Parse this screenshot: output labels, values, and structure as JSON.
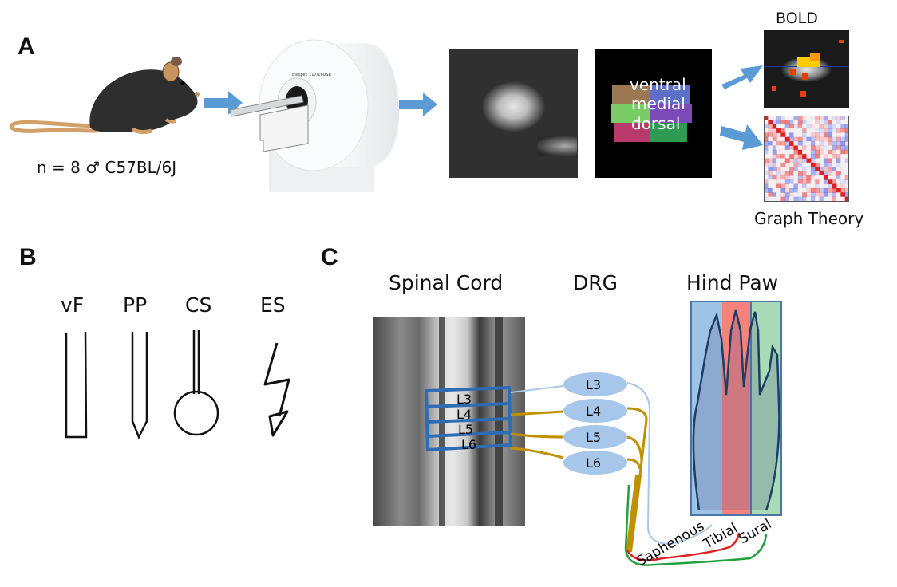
{
  "panels": {
    "a": {
      "label": "A",
      "subject_caption": "n = 8 ♂ C57BL/6J",
      "scanner_brand_text": "Biospec 117/16USR",
      "parcellation": {
        "regions": [
          "ventral",
          "medial",
          "dorsal"
        ]
      },
      "outputs": {
        "bold_label": "BOLD",
        "graph_label": "Graph Theory"
      },
      "colors": {
        "arrow": "#5b9bd5"
      }
    },
    "b": {
      "label": "B",
      "stimuli": [
        {
          "abbr": "vF",
          "icon": "von-frey-filament-icon"
        },
        {
          "abbr": "PP",
          "icon": "pin-prick-icon"
        },
        {
          "abbr": "CS",
          "icon": "cotton-swab-icon"
        },
        {
          "abbr": "ES",
          "icon": "electrical-stimulus-icon"
        }
      ]
    },
    "c": {
      "label": "C",
      "headings": {
        "spinal_cord": "Spinal Cord",
        "drg": "DRG",
        "hind_paw": "Hind Paw"
      },
      "segments": [
        "L3",
        "L4",
        "L5",
        "L6"
      ],
      "nerves": [
        {
          "name": "Saphenous",
          "color": "#a9c8e8"
        },
        {
          "name": "Tibial",
          "color": "#e02020"
        },
        {
          "name": "Sural",
          "color": "#22a040"
        }
      ],
      "colors": {
        "sciatic": "#bf9000",
        "segment_box": "#2e6db4",
        "drg_fill": "#a7c7ea",
        "paw_saphenous": "#9dc3e6",
        "paw_tibial": "#f4837d",
        "paw_sural": "#a9dcb6"
      }
    }
  }
}
